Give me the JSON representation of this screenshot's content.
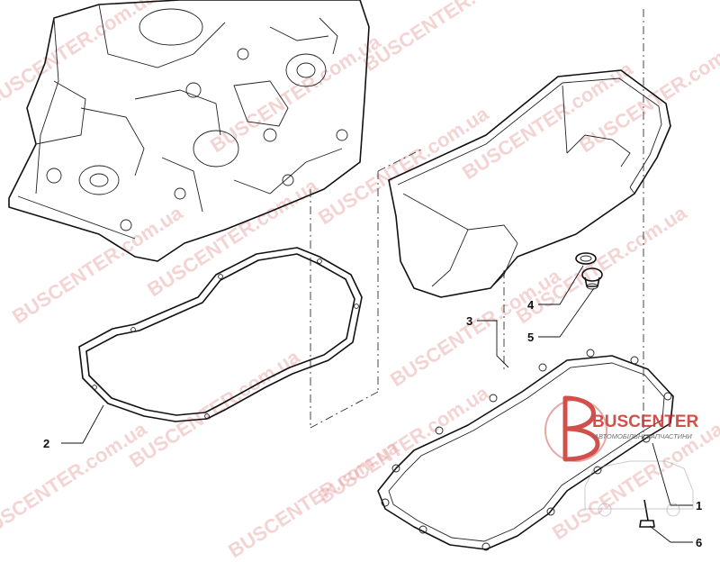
{
  "callouts": {
    "c1": "1",
    "c2": "2",
    "c3": "3",
    "c4": "4",
    "c5": "5",
    "c6": "6"
  },
  "logo": {
    "name": "BUSCENTER",
    "tagline": "АВТОМОБІЛЬНІ ЗАПЧАСТИНИ"
  },
  "watermark": {
    "text": "BUSCENTER.com.ua"
  },
  "colors": {
    "line": "#111111",
    "watermark": "#e8a0a0",
    "brand": "#c8322c"
  }
}
